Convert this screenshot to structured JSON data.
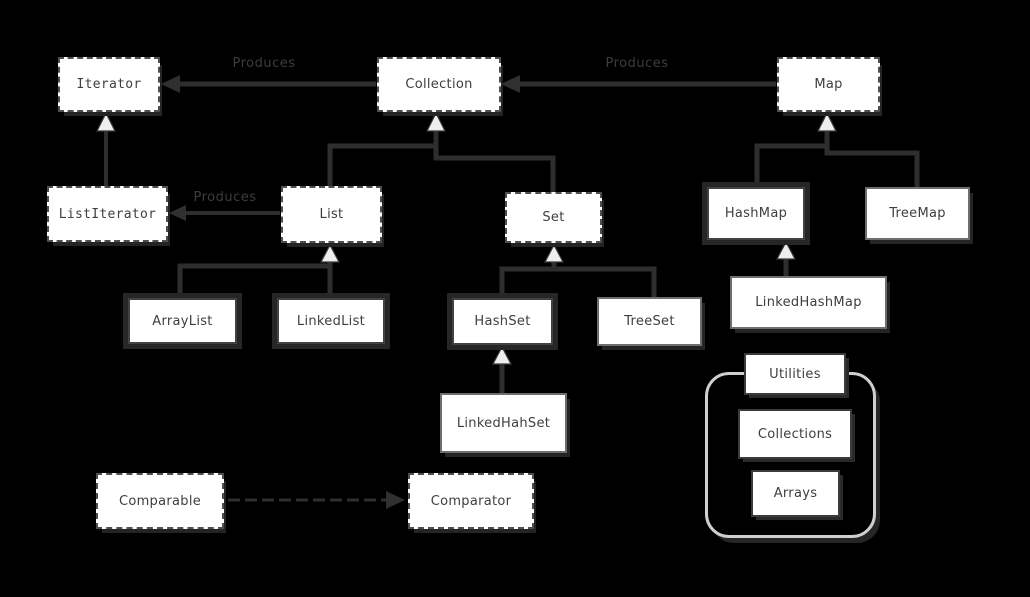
{
  "nodes": {
    "iterator": {
      "label": "Iterator",
      "kind": "interface"
    },
    "collection": {
      "label": "Collection",
      "kind": "interface"
    },
    "map": {
      "label": "Map",
      "kind": "interface"
    },
    "listiterator": {
      "label": "ListIterator",
      "kind": "interface"
    },
    "list": {
      "label": "List",
      "kind": "interface"
    },
    "set": {
      "label": "Set",
      "kind": "interface"
    },
    "hashmap": {
      "label": "HashMap",
      "kind": "class"
    },
    "treemap": {
      "label": "TreeMap",
      "kind": "class"
    },
    "arraylist": {
      "label": "ArrayList",
      "kind": "class"
    },
    "linkedlist": {
      "label": "LinkedList",
      "kind": "class"
    },
    "hashset": {
      "label": "HashSet",
      "kind": "class"
    },
    "treeset": {
      "label": "TreeSet",
      "kind": "class"
    },
    "linkedhashmap": {
      "label": "LinkedHashMap",
      "kind": "class"
    },
    "linkedhahset": {
      "label": "LinkedHahSet",
      "kind": "class"
    },
    "comparable": {
      "label": "Comparable",
      "kind": "interface"
    },
    "comparator": {
      "label": "Comparator",
      "kind": "interface"
    },
    "utilities": {
      "label": "Utilities",
      "kind": "container-title"
    },
    "collections": {
      "label": "Collections",
      "kind": "class"
    },
    "arrays": {
      "label": "Arrays",
      "kind": "class"
    }
  },
  "edge_labels": {
    "produces_collection_iterator": "Produces",
    "produces_map_collection": "Produces",
    "produces_list_listiterator": "Produces"
  },
  "edges": [
    {
      "from": "Collection",
      "to": "Iterator",
      "type": "produces",
      "label": "Produces"
    },
    {
      "from": "Map",
      "to": "Collection",
      "type": "produces",
      "label": "Produces"
    },
    {
      "from": "List",
      "to": "ListIterator",
      "type": "produces",
      "label": "Produces"
    },
    {
      "from": "Comparable",
      "to": "Comparator",
      "type": "dashed-arrow",
      "label": ""
    },
    {
      "from": "ListIterator",
      "to": "Iterator",
      "type": "extends"
    },
    {
      "from": "List",
      "to": "Collection",
      "type": "extends"
    },
    {
      "from": "Set",
      "to": "Collection",
      "type": "extends"
    },
    {
      "from": "ArrayList",
      "to": "List",
      "type": "extends"
    },
    {
      "from": "LinkedList",
      "to": "List",
      "type": "extends"
    },
    {
      "from": "HashSet",
      "to": "Set",
      "type": "extends"
    },
    {
      "from": "TreeSet",
      "to": "Set",
      "type": "extends"
    },
    {
      "from": "LinkedHahSet",
      "to": "HashSet",
      "type": "extends"
    },
    {
      "from": "HashMap",
      "to": "Map",
      "type": "extends"
    },
    {
      "from": "TreeMap",
      "to": "Map",
      "type": "extends"
    },
    {
      "from": "LinkedHashMap",
      "to": "HashMap",
      "type": "extends"
    }
  ],
  "containers": [
    {
      "title": "Utilities",
      "children": [
        "Collections",
        "Arrays"
      ]
    }
  ],
  "colors": {
    "background": "#000000",
    "line": "#2e2e2e",
    "box_fill": "#ffffff",
    "box_border_dark": "#424242",
    "text": "#3e3e3e",
    "edge_label_text": "#3d3d3d",
    "triangle_fill": "#eeeeee",
    "utilities_outline": "#cfcfcf"
  }
}
